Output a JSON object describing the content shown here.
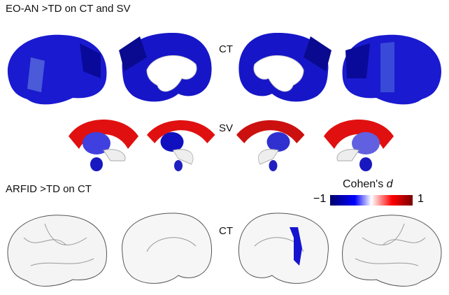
{
  "panel_a": {
    "title": "EO-AN >TD on CT and SV",
    "ct_label": "CT",
    "sv_label": "SV"
  },
  "panel_b": {
    "title": "ARFID >TD on CT",
    "ct_label": "CT"
  },
  "colorbar": {
    "title_prefix": "Cohen's ",
    "title_italic": "d",
    "min_label": "−1",
    "max_label": "1",
    "colors": [
      "#00006a",
      "#0000ff",
      "#ffffff",
      "#ff0000",
      "#7a0000"
    ]
  }
}
